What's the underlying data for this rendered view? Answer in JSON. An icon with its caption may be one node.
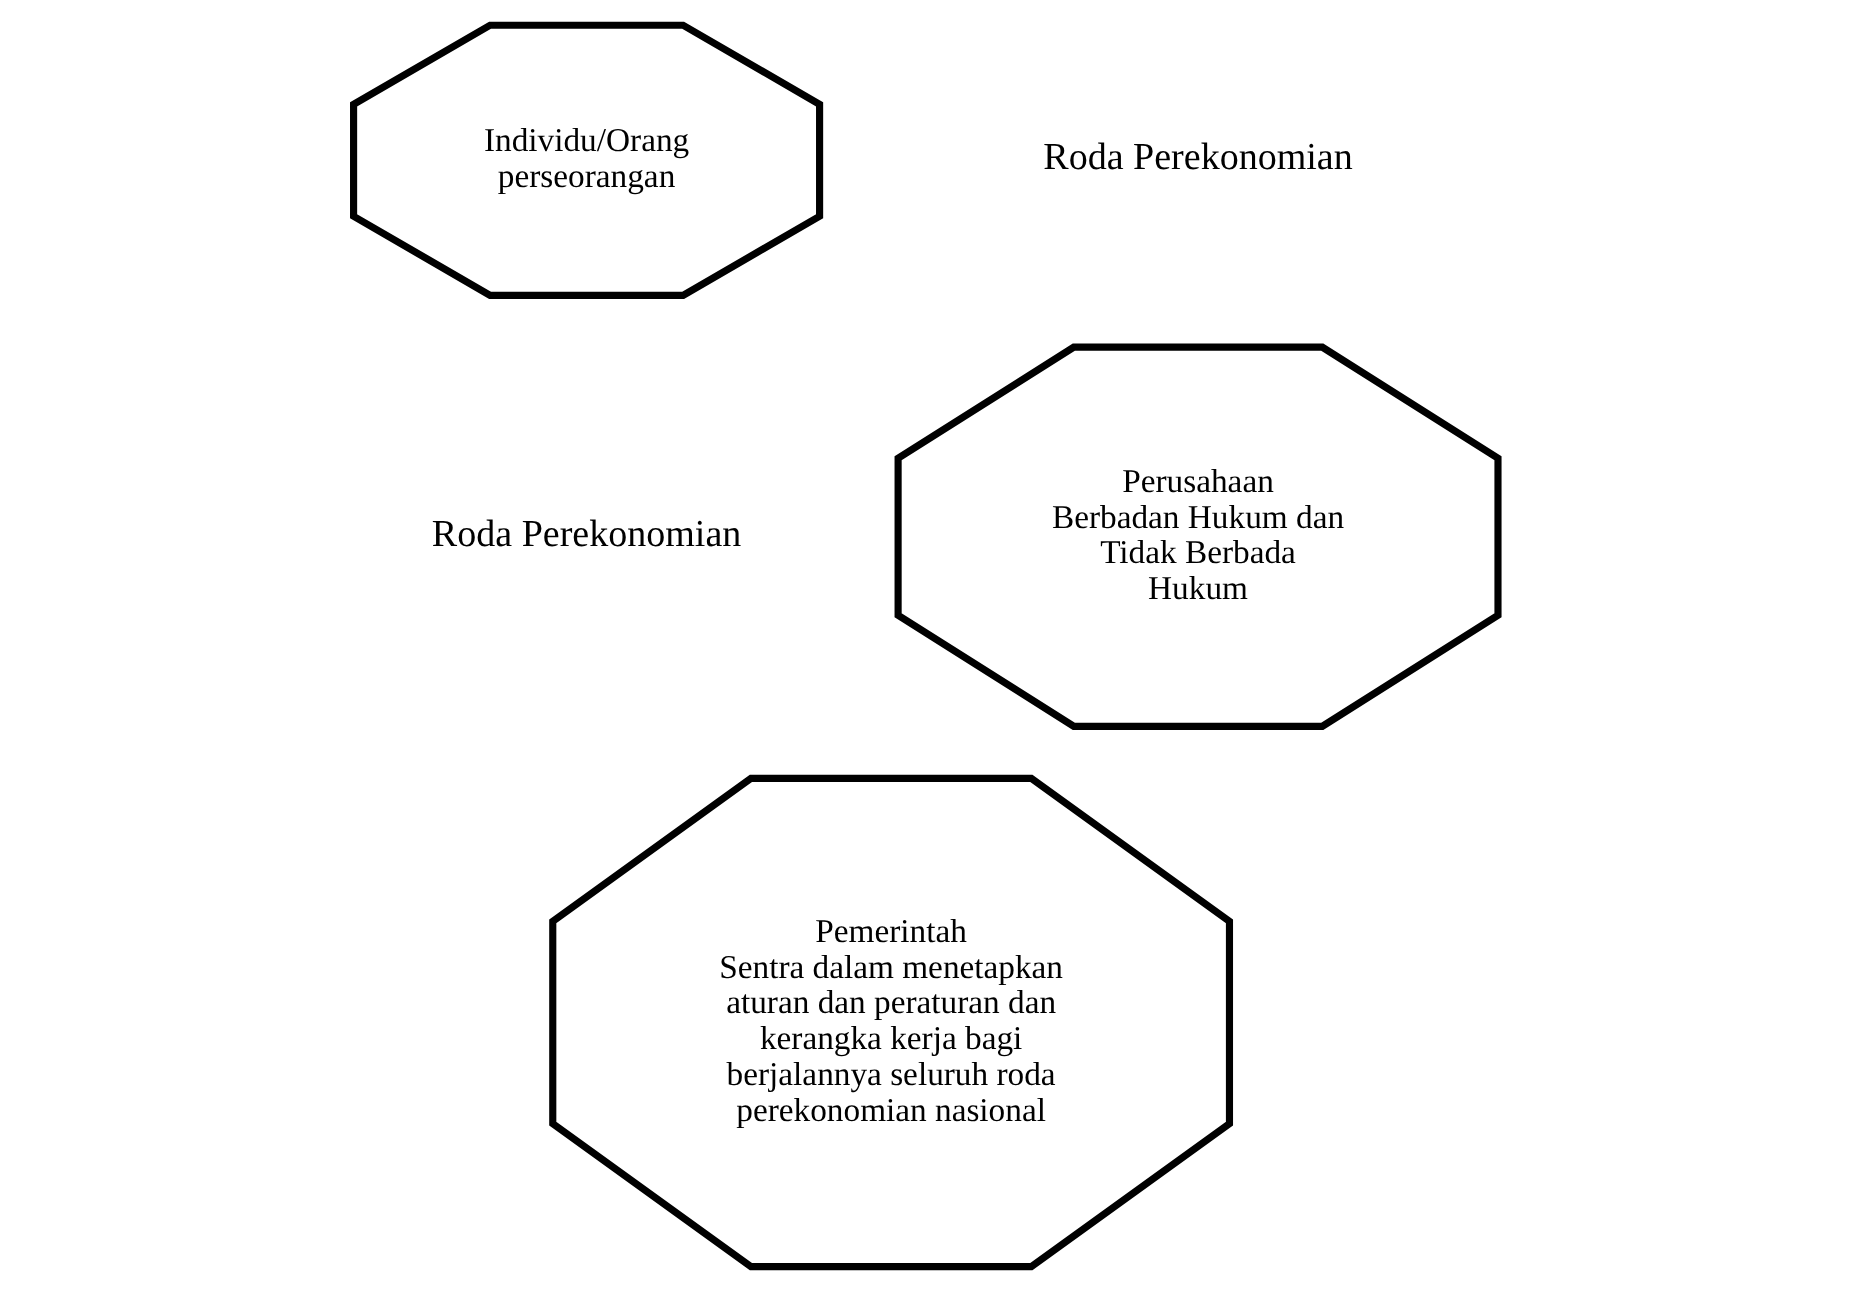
{
  "diagram": {
    "nodes": [
      {
        "text": [
          "Individu/Orang perseorangan"
        ]
      },
      {
        "text": [
          "Perusahaan",
          "Berbadan Hukum dan Tidak Berbada Hukum"
        ]
      },
      {
        "text": [
          "Pemerintah",
          "Sentra dalam menetapkan aturan dan peraturan dan kerangka kerja bagi berjalannya seluruh roda perekonomian nasional"
        ]
      }
    ],
    "edges": [],
    "labels": [
      "Roda Perekonomian",
      "Roda Perekonomian"
    ]
  }
}
